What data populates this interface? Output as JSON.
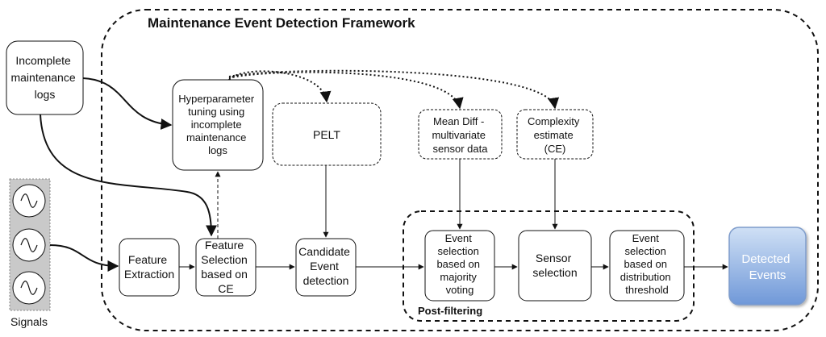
{
  "title": "Maintenance Event Detection Framework",
  "inputs": {
    "logs": [
      "Incomplete",
      "maintenance",
      "logs"
    ],
    "signals_label": "Signals"
  },
  "nodes": {
    "hyperparameter": [
      "Hyperparameter",
      "tuning using",
      "incomplete",
      "maintenance",
      "logs"
    ],
    "pelt": [
      "PELT"
    ],
    "mean_diff": [
      "Mean Diff -",
      "multivariate",
      "sensor data"
    ],
    "complexity": [
      "Complexity",
      "estimate",
      "(CE)"
    ],
    "feature_extraction": [
      "Feature",
      "Extraction"
    ],
    "feature_selection": [
      "Feature",
      "Selection",
      "based on",
      "CE"
    ],
    "candidate": [
      "Candidate",
      "Event",
      "detection"
    ],
    "event_selection_vote": [
      "Event",
      "selection",
      "based on",
      "majority",
      "voting"
    ],
    "sensor_selection": [
      "Sensor",
      "selection"
    ],
    "event_selection_dist": [
      "Event",
      "selection",
      "based on",
      "distribution",
      "threshold"
    ],
    "detected": [
      "Detected",
      "Events"
    ]
  },
  "post_filtering_label": "Post-filtering",
  "colors": {
    "detected_fill_top": "#cfe0f5",
    "detected_fill_bottom": "#6f98d8",
    "detected_stroke": "#7e9ccb",
    "signals_panel": "#c9c9c9"
  }
}
